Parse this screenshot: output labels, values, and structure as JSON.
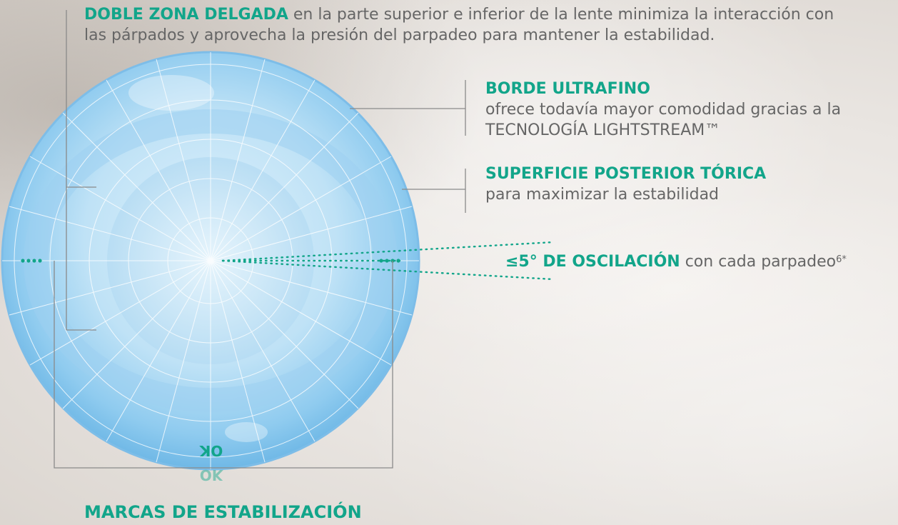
{
  "callouts": {
    "doble_zona": {
      "heading": "DOBLE ZONA DELGADA",
      "text": " en la parte superior e inferior de la lente minimiza la interacción con las párpados y aprovecha la presión del parpadeo para mantener la estabilidad."
    },
    "borde": {
      "heading": "BORDE ULTRAFINO",
      "line1": "ofrece todavía mayor comodidad gracias a la",
      "line2": "TECNOLOGÍA LIGHTSTREAM™"
    },
    "superficie": {
      "heading": "SUPERFICIE POSTERIOR TÓRICA",
      "text": "para maximizar la estabilidad"
    },
    "oscilacion": {
      "heading": "≤5° DE OSCILACIÓN",
      "text": " con cada parpadeo",
      "superscript": "6*"
    },
    "marcas": {
      "heading": "MARCAS DE ESTABILIZACIÓN"
    }
  },
  "lens_marking": "OK",
  "colors": {
    "accent": "#12a58a",
    "leader_line": "#8a8a8a",
    "lens": "#8fc9ee"
  }
}
